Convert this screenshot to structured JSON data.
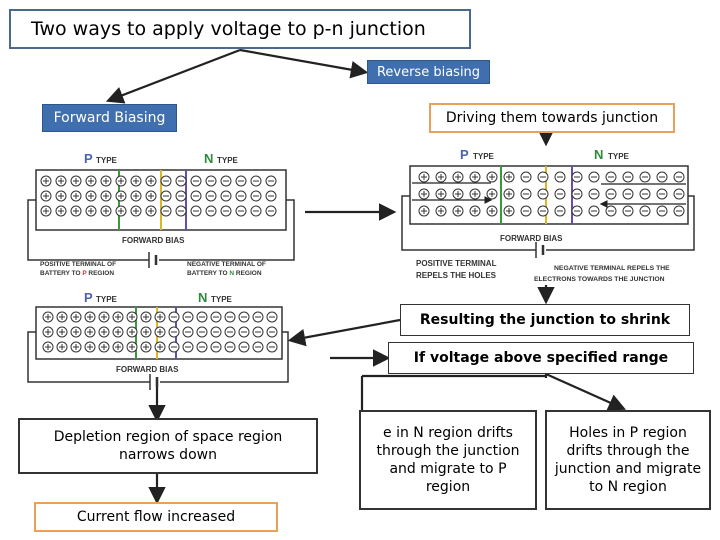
{
  "title": "Two ways to apply voltage to p-n junction",
  "reverse_biasing": "Reverse biasing",
  "forward_biasing": "Forward Biasing",
  "driving": "Driving them towards junction",
  "shrink": "Resulting the junction to shrink",
  "voltage_above": "If voltage above specified range",
  "depletion": "Depletion region of space region narrows down",
  "current": "Current flow increased",
  "electrons_drift": "e in N region drifts through the junction and migrate to P region",
  "holes_drift": "Holes in P region drifts through the junction and migrate to N region",
  "panels": {
    "p1": {
      "p_letter": "P",
      "p_type": "TYPE",
      "n_letter": "N",
      "n_type": "TYPE",
      "bias": "FORWARD BIAS",
      "left1": "POSITIVE TERMINAL OF",
      "left2a": "BATTERY TO ",
      "left2b": "P",
      "left2c": " REGION",
      "right1": "NEGATIVE TERMINAL OF",
      "right2a": "BATTERY TO ",
      "right2b": "N",
      "right2c": " REGION"
    },
    "p2": {
      "p_letter": "P",
      "p_type": "TYPE",
      "n_letter": "N",
      "n_type": "TYPE",
      "bias": "FORWARD BIAS",
      "left1": "POSITIVE TERMINAL",
      "left2": "REPELS THE HOLES",
      "right1": "NEGATIVE TERMINAL REPELS THE",
      "right2": "ELECTRONS TOWARDS THE JUNCTION"
    },
    "p3": {
      "p_letter": "P",
      "p_type": "TYPE",
      "n_letter": "N",
      "n_type": "TYPE",
      "bias": "FORWARD BIAS"
    }
  },
  "colors": {
    "blue_box": "#3f6fae",
    "orange_border": "#e8a05a",
    "p_color": "#4b63b0",
    "n_color": "#2f8a3e",
    "depletion_green": "#3a9a3a",
    "depletion_yellow": "#d9b824",
    "depletion_purple": "#6a4bb0"
  }
}
